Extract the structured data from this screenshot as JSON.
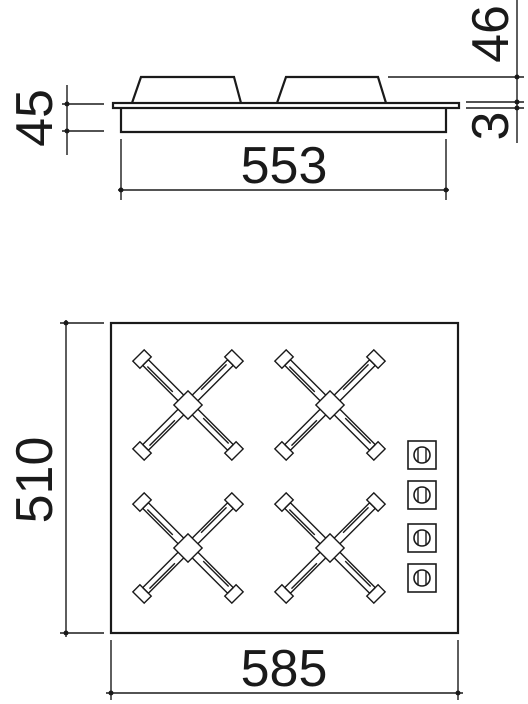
{
  "side_view": {
    "height_label": "45",
    "width_label": "553",
    "burner_height_label": "46",
    "glass_thickness_label": "3"
  },
  "top_view": {
    "depth_label": "510",
    "width_label": "585",
    "burner_count": 4,
    "knob_count": 4
  }
}
